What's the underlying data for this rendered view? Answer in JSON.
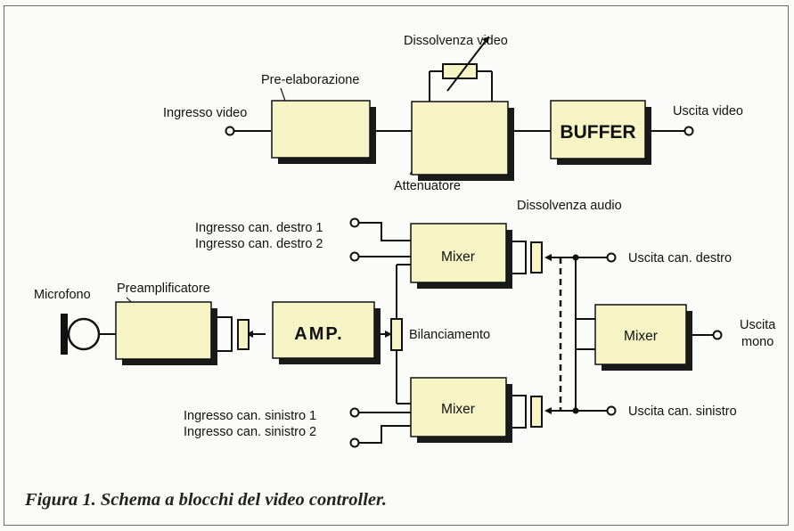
{
  "labels": {
    "ingresso_video": "Ingresso video",
    "pre_elaborazione": "Pre-elaborazione",
    "dissolvenza_video": "Dissolvenza video",
    "attenuatore": "Attenuatore",
    "uscita_video": "Uscita video",
    "dissolvenza_audio": "Dissolvenza audio",
    "ingresso_destro_1": "Ingresso can. destro 1",
    "ingresso_destro_2": "Ingresso can. destro 2",
    "uscita_destro": "Uscita can. destro",
    "microfono": "Microfono",
    "preamplificatore": "Preamplificatore",
    "bilanciamento": "Bilanciamento",
    "uscita_mono_1": "Uscita",
    "uscita_mono_2": "mono",
    "ingresso_sinistro_1": "Ingresso can. sinistro 1",
    "ingresso_sinistro_2": "Ingresso can. sinistro 2",
    "uscita_sinistro": "Uscita can. sinistro"
  },
  "blocks": {
    "buffer": "BUFFER",
    "amp": "AMP.",
    "mixer_top": "Mixer",
    "mixer_mono": "Mixer",
    "mixer_bottom": "Mixer"
  },
  "caption": "Figura 1. Schema a blocchi del video controller.",
  "colors": {
    "block_fill": "#f6f3c4",
    "block_shadow": "#1a1a1a",
    "line": "#111111",
    "frame": "#6d6d6d"
  }
}
